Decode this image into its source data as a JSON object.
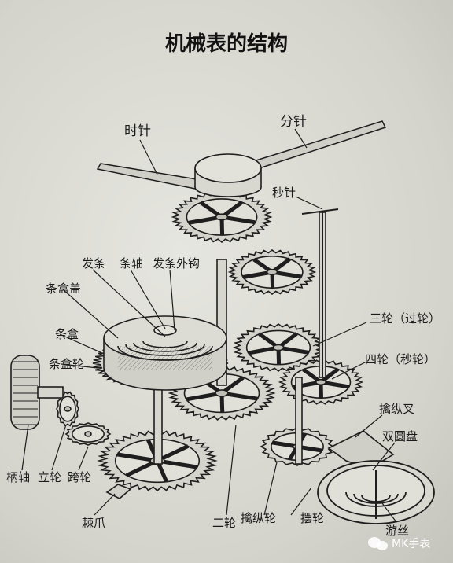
{
  "title": "机械表的结构",
  "labels": {
    "hour_hand": "时针",
    "minute_hand": "分针",
    "second_hand": "秒针",
    "mainspring": "发条",
    "barrel_arbor": "条轴",
    "mainspring_hook": "发条外钩",
    "barrel_cover": "条盒盖",
    "barrel": "条盒",
    "barrel_wheel": "条盒轮",
    "third_wheel": "三轮（过轮）",
    "fourth_wheel": "四轮（秒轮）",
    "pallet_fork": "擒纵叉",
    "double_roller": "双圆盘",
    "crown_stem": "柄轴",
    "crown_wheel": "立轮",
    "transmission_wheel": "跨轮",
    "ratchet_click": "棘爪",
    "second_wheel": "二轮",
    "escape_wheel": "擒纵轮",
    "balance_wheel": "摆轮",
    "hairspring": "游丝"
  },
  "watermark": {
    "icon": "wechat-icon",
    "text": "MK手表"
  }
}
